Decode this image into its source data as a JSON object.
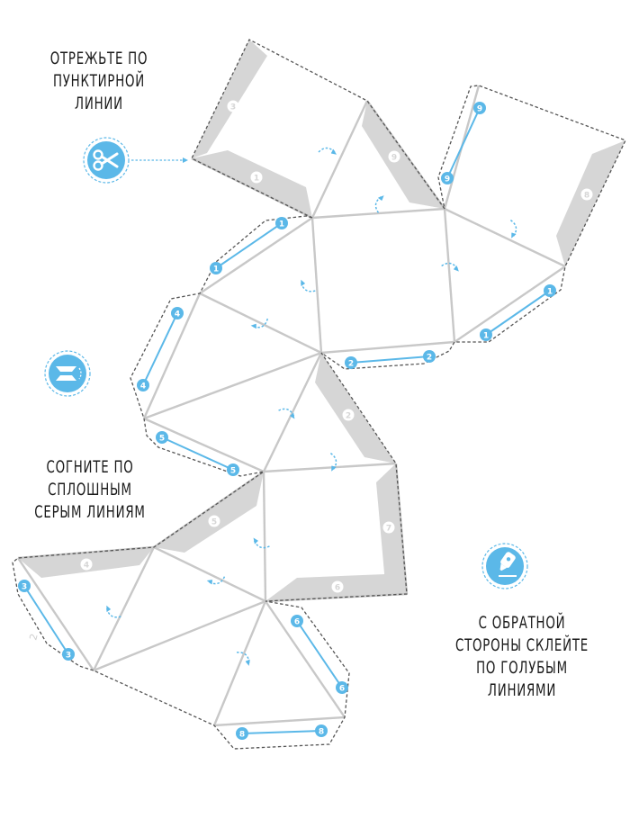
{
  "instructions": {
    "cut": {
      "lines": [
        "ОТРЕЖЬТЕ ПО",
        "ПУНКТИРНОЙ",
        "ЛИНИИ"
      ],
      "icon": "scissors-icon"
    },
    "fold": {
      "lines": [
        "СОГНИТЕ ПО",
        "СПЛОШНЫМ",
        "СЕРЫМ ЛИНИЯМ"
      ],
      "icon": "fold-icon"
    },
    "glue": {
      "lines": [
        "С ОБРАТНОЙ",
        "СТОРОНЫ СКЛЕЙТЕ",
        "ПО ГОЛУБЫМ",
        "ЛИНИЯМИ"
      ],
      "icon": "glue-bottle-icon"
    }
  },
  "colors": {
    "accent_blue": "#5bb8e8",
    "fold_gray": "#c8c8c8",
    "tab_gray": "#d6d6d6",
    "cut_line": "#555555",
    "text": "#1a1a1a"
  },
  "gray_tabs": [
    {
      "label": "3"
    },
    {
      "label": "1"
    },
    {
      "label": "9"
    },
    {
      "label": "8"
    },
    {
      "label": "2"
    },
    {
      "label": "7"
    },
    {
      "label": "6"
    },
    {
      "label": "5"
    },
    {
      "label": "4"
    }
  ],
  "blue_glue_lines": [
    {
      "label": "9"
    },
    {
      "label": "1"
    },
    {
      "label": "1"
    },
    {
      "label": "4"
    },
    {
      "label": "2"
    },
    {
      "label": "5"
    },
    {
      "label": "3"
    },
    {
      "label": "6"
    },
    {
      "label": "8"
    }
  ],
  "stray_label": "2"
}
